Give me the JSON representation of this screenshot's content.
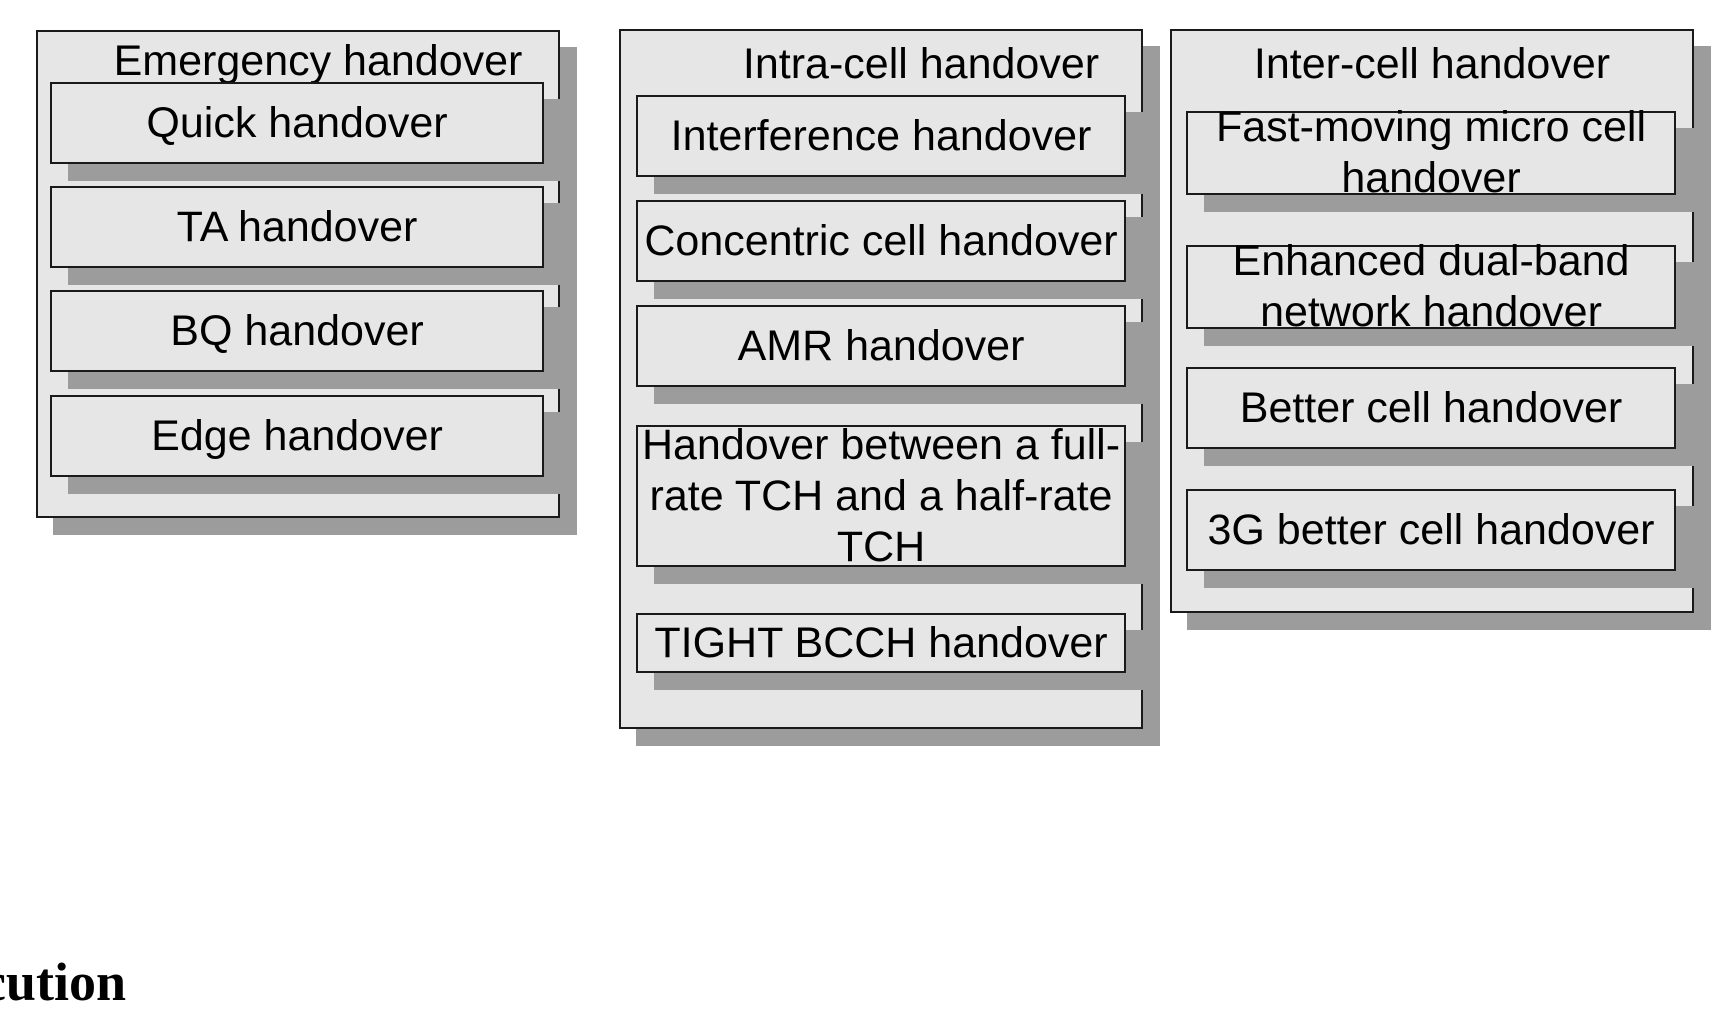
{
  "groups": [
    {
      "title": "Emergency handover",
      "items": [
        "Quick handover",
        "TA handover",
        "BQ handover",
        "Edge handover"
      ]
    },
    {
      "title": "Intra-cell handover",
      "items": [
        "Interference handover",
        "Concentric cell handover",
        "AMR handover",
        "Handover between a full-rate TCH and a half-rate TCH",
        "TIGHT BCCH handover"
      ]
    },
    {
      "title": "Inter-cell handover",
      "items": [
        "Fast-moving micro cell handover",
        "Enhanced dual-band network handover",
        "Better cell handover",
        "3G better cell handover"
      ]
    }
  ],
  "footer": {
    "text": "ecution"
  },
  "colors": {
    "box_fill": "#e6e6e6",
    "shadow": "#9c9c9c",
    "border": "#1a1a1a"
  }
}
